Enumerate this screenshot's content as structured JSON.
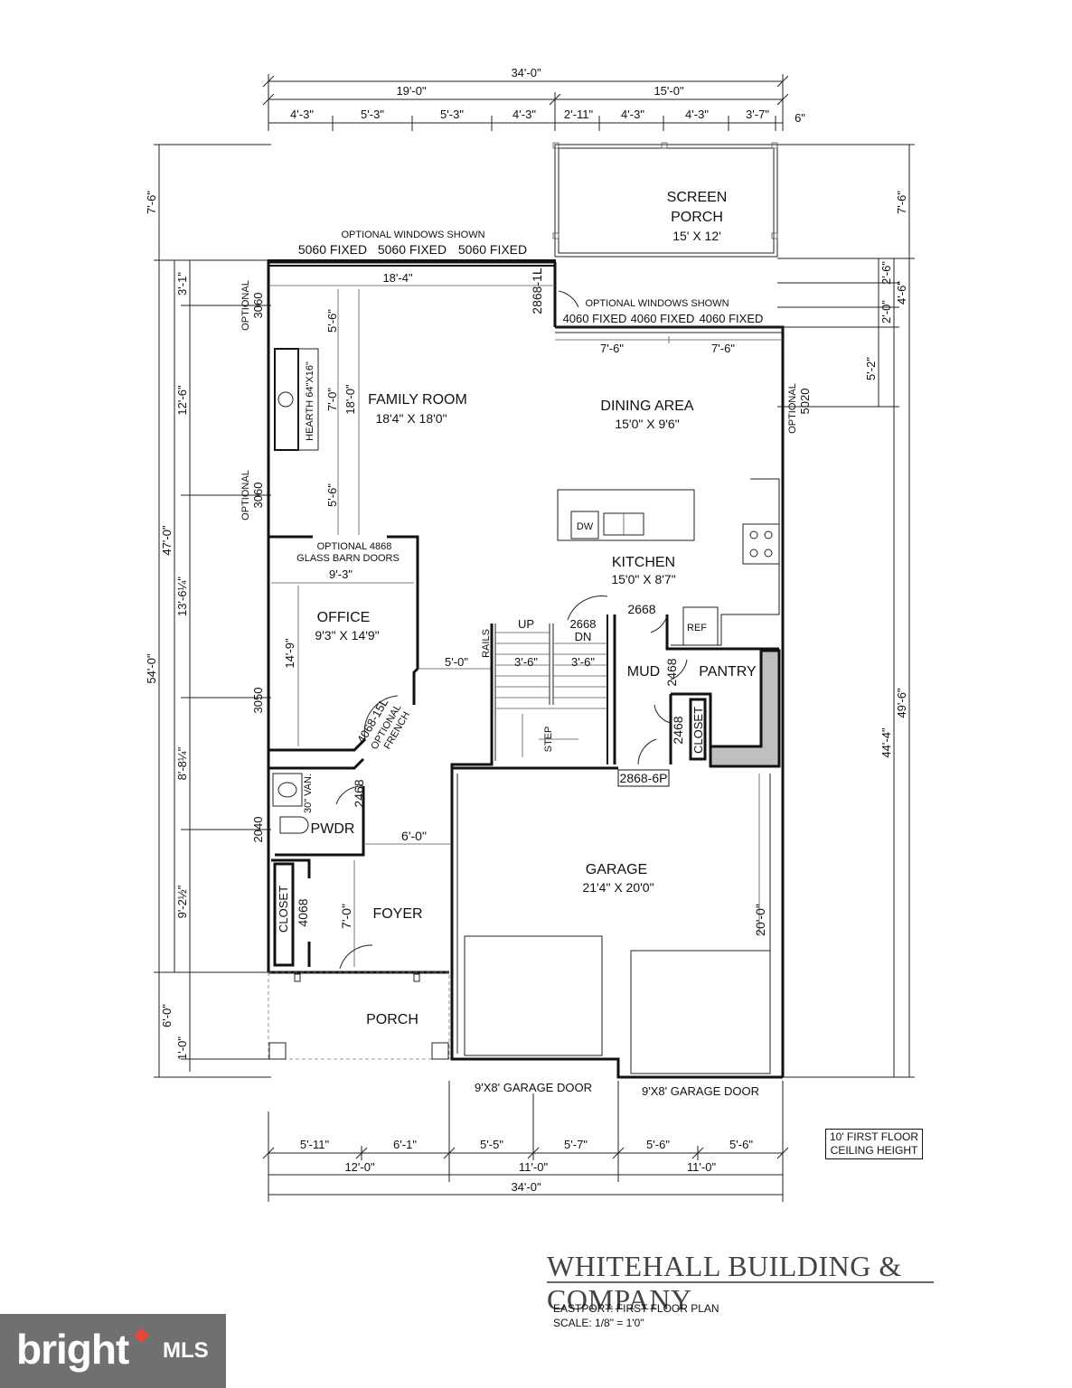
{
  "overall": {
    "top_total": "34'-0\"",
    "top_left": "19'-0\"",
    "top_right": "15'-0\"",
    "top_segments": [
      "4'-3\"",
      "5'-3\"",
      "5'-3\"",
      "4'-3\"",
      "2'-11\"",
      "4'-3\"",
      "4'-3\"",
      "3'-7\"",
      "6\""
    ],
    "bottom_segments": [
      "5'-11\"",
      "6'-1\"",
      "5'-5\"",
      "5'-7\"",
      "5'-6\"",
      "5'-6\""
    ],
    "bottom_mid": [
      "12'-0\"",
      "11'-0\"",
      "11'-0\""
    ],
    "bottom_total": "34'-0\""
  },
  "left_dims": {
    "overall": "54'-0\"",
    "partial": "47'-0\"",
    "porch_top": "7'-6\"",
    "segments": [
      "3'-1\"",
      "12'-6\"",
      "13'-6¼\"",
      "8'-8¼\"",
      "9'-2½\"",
      "6'-0\"",
      "1'-0\""
    ]
  },
  "right_dims": {
    "porch_top": "7'-6\"",
    "seg_a": "2'-6\"",
    "seg_b": "4'-6\"",
    "seg_c": "2'-0\"",
    "seg_d": "5'-2\"",
    "overall_a": "49'-6\"",
    "overall_b": "44'-4\""
  },
  "windows": {
    "top_note": "OPTIONAL WINDOWS SHOWN",
    "top_fixed": [
      "5060 FIXED",
      "5060 FIXED",
      "5060 FIXED"
    ],
    "porch_note": "OPTIONAL WINDOWS SHOWN",
    "porch_fixed": [
      "4060 FIXED",
      "4060 FIXED",
      "4060 FIXED"
    ],
    "left_opt1_a": "OPTIONAL",
    "left_opt1_b": "3060",
    "left_opt2_a": "OPTIONAL",
    "left_opt2_b": "3060",
    "left_3050": "3050",
    "left_2040": "2040",
    "right_opt_a": "OPTIONAL",
    "right_opt_b": "5020"
  },
  "rooms": {
    "screen_porch": [
      "SCREEN",
      "PORCH",
      "15' X 12'"
    ],
    "family_room": [
      "FAMILY ROOM",
      "18'4\" X 18'0\""
    ],
    "dining": [
      "DINING AREA",
      "15'0\" X 9'6\""
    ],
    "kitchen": [
      "KITCHEN",
      "15'0\" X 8'7\""
    ],
    "office": [
      "OFFICE",
      "9'3\" X 14'9\""
    ],
    "mud": "MUD",
    "pantry": "PANTRY",
    "closet": "CLOSET",
    "pwdr": "PWDR",
    "foyer": "FOYER",
    "closet2": "CLOSET",
    "porch": "PORCH",
    "garage": [
      "GARAGE",
      "21'4\" X 20'0\""
    ]
  },
  "interior_dims": {
    "family_width": "18'-4\"",
    "family_56_a": "5'-6\"",
    "family_70": "7'-0\"",
    "family_180": "18'-0\"",
    "family_56_b": "5'-6\"",
    "hearth": "HEARTH 64\"X16\"",
    "barn_doors_a": "OPTIONAL 4868",
    "barn_doors_b": "GLASS BARN DOORS",
    "office_w": "9'-3\"",
    "office_h": "14'-9\"",
    "hall": "5'-0\"",
    "dining_75_a": "7'-6\"",
    "dining_75_b": "7'-6\"",
    "door_2868_1l": "2868-1L",
    "rails": "RAILS",
    "up": "UP",
    "dn_a": "2668",
    "dn_b": "DN",
    "stair_36_a": "3'-6\"",
    "stair_36_b": "3'-6\"",
    "step": "STEP",
    "door_2668": "2668",
    "dw": "DW",
    "ref": "REF",
    "door_2468_a": "2468",
    "door_2468_b": "2468",
    "french_a": "4068-15L",
    "french_b": "OPTIONAL",
    "french_c": "FRENCH",
    "van": "30\" VAN.",
    "door_2468_c": "2468",
    "foyer_60": "6'-0\"",
    "closet_door": "4068",
    "foyer_70": "7'-0\"",
    "door_2868_6p": "2868-6P",
    "garage_20": "20'-0\"",
    "garage_door_a": "9'X8' GARAGE DOOR",
    "garage_door_b": "9'X8' GARAGE DOOR"
  },
  "ceiling_note": [
    "10' FIRST FLOOR",
    "CEILING HEIGHT"
  ],
  "brand": "WHITEHALL BUILDING & COMPANY",
  "plan_title": [
    "EASTPORT: FIRST FLOOR PLAN",
    "SCALE: 1/8\" = 1'0\""
  ],
  "watermark": {
    "brand": "bright",
    "mls": "MLS"
  }
}
